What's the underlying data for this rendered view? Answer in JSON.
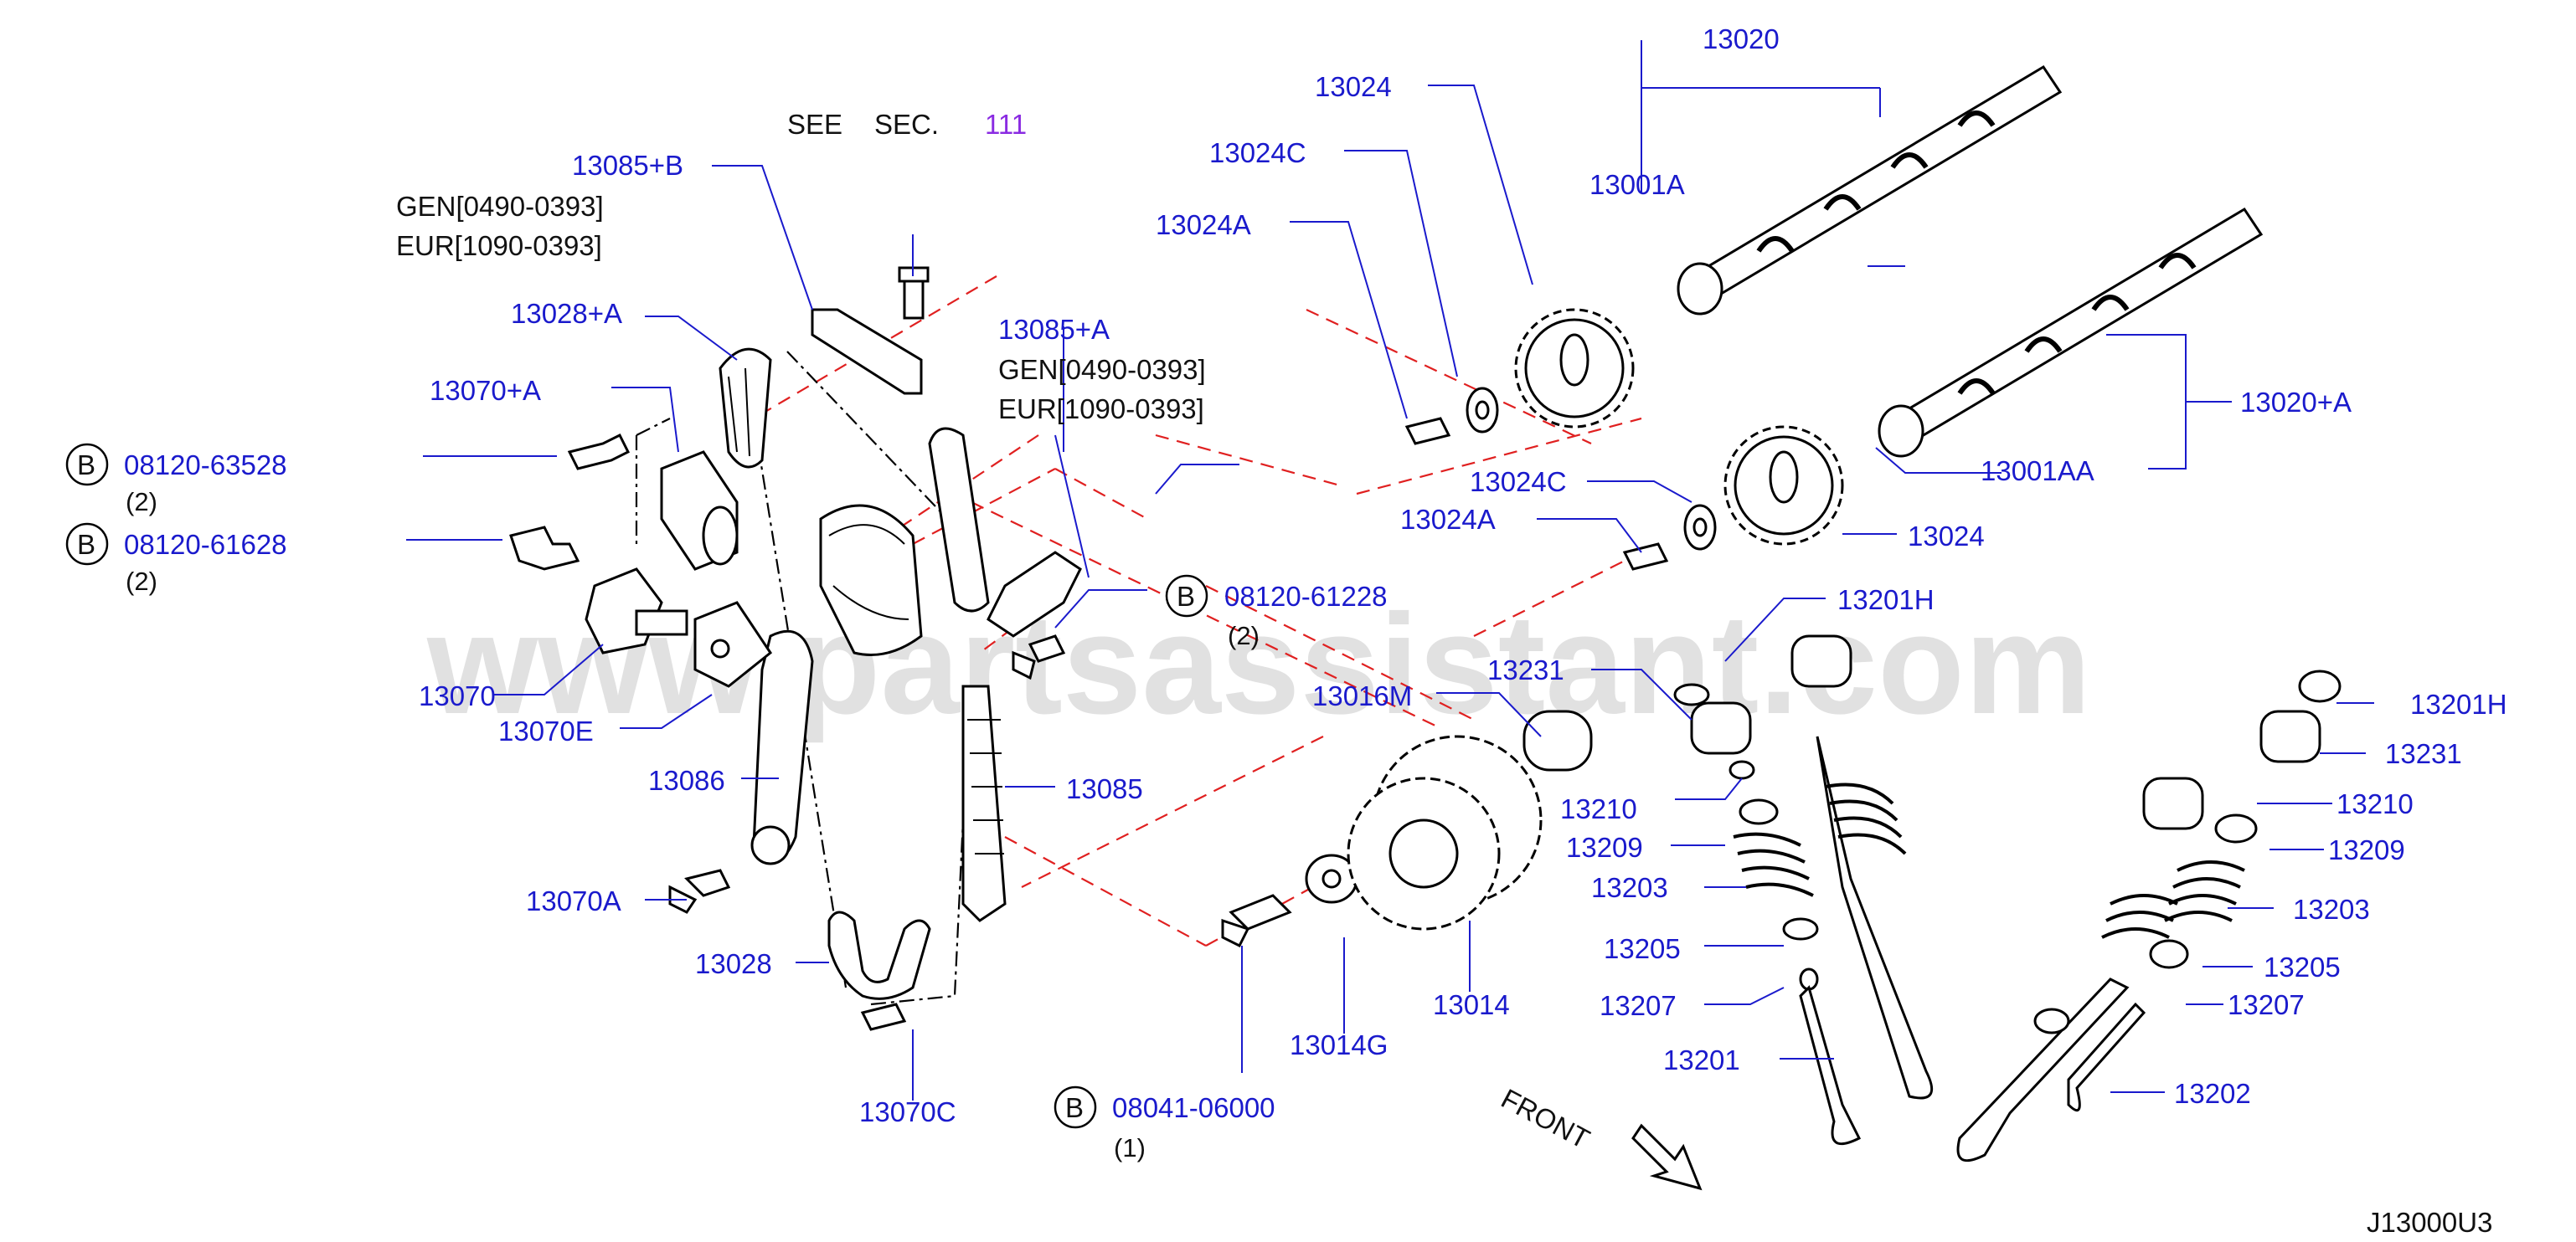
{
  "watermark": "www.partsassistant.com",
  "diagram_id": "J13000U3",
  "front_label": "FRONT",
  "see_sec": {
    "see": "SEE",
    "sec": "SEC.",
    "num": "111"
  },
  "notes": {
    "gen_b": "GEN[0490-0393]",
    "eur_b": "EUR[1090-0393]",
    "gen_a": "GEN[0490-0393]",
    "eur_a": "EUR[1090-0393]"
  },
  "bolts": [
    {
      "circle": "B",
      "part": "08120-63528",
      "qty": "(2)"
    },
    {
      "circle": "B",
      "part": "08120-61628",
      "qty": "(2)"
    },
    {
      "circle": "B",
      "part": "08120-61228",
      "qty": "(2)"
    },
    {
      "circle": "B",
      "part": "08041-06000",
      "qty": "(1)"
    }
  ],
  "labels": {
    "p13020": "13020",
    "p13024_top": "13024",
    "p13024C_top": "13024C",
    "p13001A": "13001A",
    "p13024A_top": "13024A",
    "p13085B": "13085+B",
    "p13028A": "13028+A",
    "p13085A": "13085+A",
    "p13070A_plus": "13070+A",
    "p13020A": "13020+A",
    "p13001AA": "13001AA",
    "p13024C_mid": "13024C",
    "p13024A_mid": "13024A",
    "p13024_mid": "13024",
    "p13201H_mid": "13201H",
    "p13231_mid": "13231",
    "p13016M": "13016M",
    "p13070": "13070",
    "p13070E": "13070E",
    "p13086": "13086",
    "p13085": "13085",
    "p13210_mid": "13210",
    "p13209_mid": "13209",
    "p13203_mid": "13203",
    "p13205_mid": "13205",
    "p13207_mid": "13207",
    "p13201": "13201",
    "p13070A": "13070A",
    "p13028": "13028",
    "p13014G": "13014G",
    "p13014": "13014",
    "p13070C": "13070C",
    "p13201H_r": "13201H",
    "p13231_r": "13231",
    "p13210_r": "13210",
    "p13209_r": "13209",
    "p13203_r": "13203",
    "p13205_r": "13205",
    "p13207_r": "13207",
    "p13202": "13202"
  }
}
